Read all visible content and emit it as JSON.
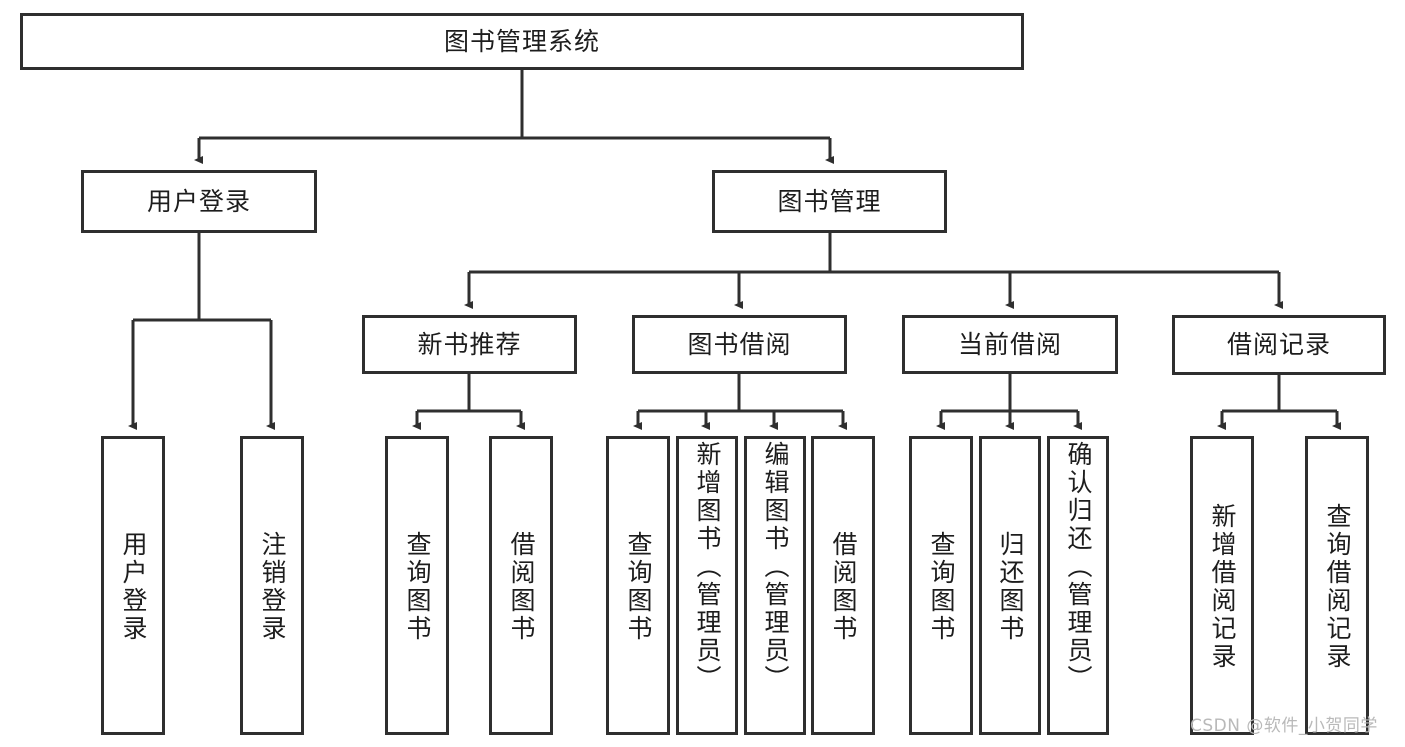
{
  "diagram": {
    "title": "图书管理系统",
    "type": "tree-hierarchy-diagram",
    "watermark": "CSDN @软件_小贺同学",
    "colors": {
      "border": "#2f2f2f",
      "background": "#ffffff",
      "text": "#1d1d1d",
      "watermark": "#b9b9b9"
    },
    "nodes": {
      "root": {
        "label": "图书管理系统"
      },
      "level2": [
        {
          "id": "user-login",
          "label": "用户登录"
        },
        {
          "id": "book-management",
          "label": "图书管理"
        }
      ],
      "level3": [
        {
          "id": "new-book-recommend",
          "label": "新书推荐"
        },
        {
          "id": "book-borrow",
          "label": "图书借阅"
        },
        {
          "id": "current-borrow",
          "label": "当前借阅"
        },
        {
          "id": "borrow-record",
          "label": "借阅记录"
        }
      ],
      "leaves": {
        "user-login": [
          {
            "id": "leaf-user-login",
            "label": "用户登录"
          },
          {
            "id": "leaf-user-logout",
            "label": "注销登录"
          }
        ],
        "new-book-recommend": [
          {
            "id": "leaf-query-book-1",
            "label": "查询图书"
          },
          {
            "id": "leaf-borrow-book-1",
            "label": "借阅图书"
          }
        ],
        "book-borrow": [
          {
            "id": "leaf-query-book-2",
            "label": "查询图书"
          },
          {
            "id": "leaf-add-book",
            "label": "新增图书（管理员）"
          },
          {
            "id": "leaf-edit-book",
            "label": "编辑图书（管理员）"
          },
          {
            "id": "leaf-borrow-book-2",
            "label": "借阅图书"
          }
        ],
        "current-borrow": [
          {
            "id": "leaf-query-book-3",
            "label": "查询图书"
          },
          {
            "id": "leaf-return-book",
            "label": "归还图书"
          },
          {
            "id": "leaf-confirm-return",
            "label": "确认归还（管理员）"
          }
        ],
        "borrow-record": [
          {
            "id": "leaf-add-record",
            "label": "新增借阅记录"
          },
          {
            "id": "leaf-query-record",
            "label": "查询借阅记录"
          }
        ]
      }
    }
  }
}
